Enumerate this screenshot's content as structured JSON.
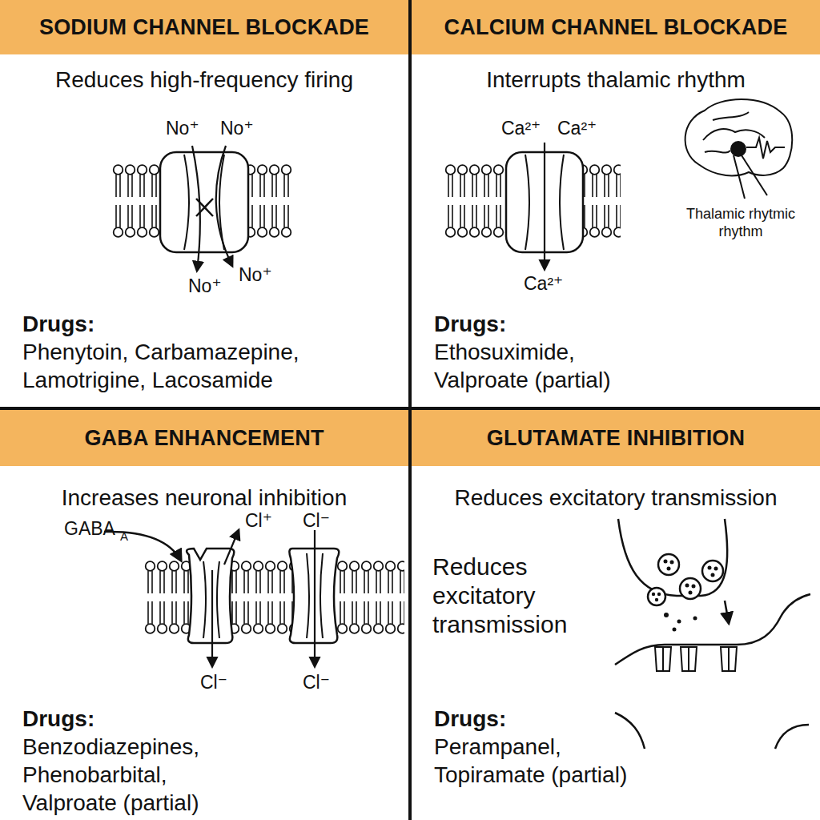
{
  "diagram": {
    "nodes": [
      {
        "text": [
          "Reduces high-frequency firing",
          "Drugs:",
          "Phenytoin, Carbamazepine, Lamotrigine, Lacosamide"
        ]
      },
      {
        "text": [
          "SODIUM CHANNEL BLOCKADE"
        ],
        "in": 0
      },
      {
        "text": [
          "Interrupts thalamic rhythm",
          "Drugs:",
          "Ethosuximide, Valproate (partial)"
        ]
      },
      {
        "text": [
          "CALCIUM CHANNEL BLOCKADE"
        ],
        "in": 2
      },
      {
        "text": [
          "Increases neuronal inhibition",
          "Drugs:",
          "Benzodiazepines, Phenobarbital, Valproate (partial)"
        ]
      },
      {
        "text": [
          "GABA ENHANCEMENT"
        ],
        "in": 4
      },
      {
        "text": [
          "Reduces excitatory transmission",
          "Drugs:",
          "Perampanel, Topiramate (partial)"
        ]
      },
      {
        "text": [
          "GLUTAMATE INHIBITION"
        ],
        "in": 6
      }
    ],
    "labels": [
      "No⁺",
      "No⁺",
      "No⁺",
      "No⁺",
      "Ca²⁺",
      "Ca²⁺",
      "Ca²⁺",
      "Thalamic rhytmic rhythm",
      "GABA",
      "A",
      "Cl⁺",
      "Cl⁻",
      "Cl⁻",
      "Cl⁻",
      "Reduces excitatory transmission"
    ]
  }
}
